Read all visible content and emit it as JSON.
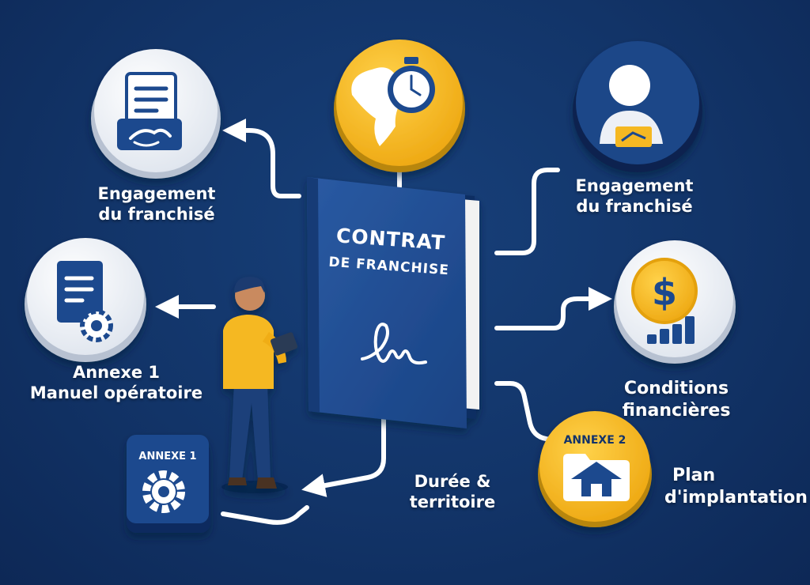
{
  "contract": {
    "title_line1": "CONTRAT",
    "title_line2": "DE FRANCHISE"
  },
  "labels": {
    "engagement_left": [
      "Engagement",
      "du franchisé"
    ],
    "engagement_right": [
      "Engagement",
      "du franchisé"
    ],
    "annexe1": [
      "Annexe 1",
      "Manuel opératoire"
    ],
    "conditions": [
      "Conditions",
      "financières"
    ],
    "duree": [
      "Durée &",
      "territoire"
    ],
    "plan": [
      "Plan",
      "d'implantation"
    ]
  },
  "badges": {
    "annexe1": "ANNEXE 1",
    "annexe2": "ANNEXE 2"
  },
  "icons": {
    "contract_handshake": "handshake-document-icon",
    "manual": "document-gear-icon",
    "duration_territory": "map-stopwatch-icon",
    "franchisee": "person-card-icon",
    "finance": "dollar-chart-icon",
    "annex1_box": "gear-icon",
    "annex2_plan": "house-folder-icon",
    "signature": "signature-icon",
    "person": "person-tablet-icon"
  },
  "colors": {
    "navy": "#1d4a8e",
    "yellow": "#f5b820",
    "white": "#ffffff",
    "background": "#123468"
  }
}
